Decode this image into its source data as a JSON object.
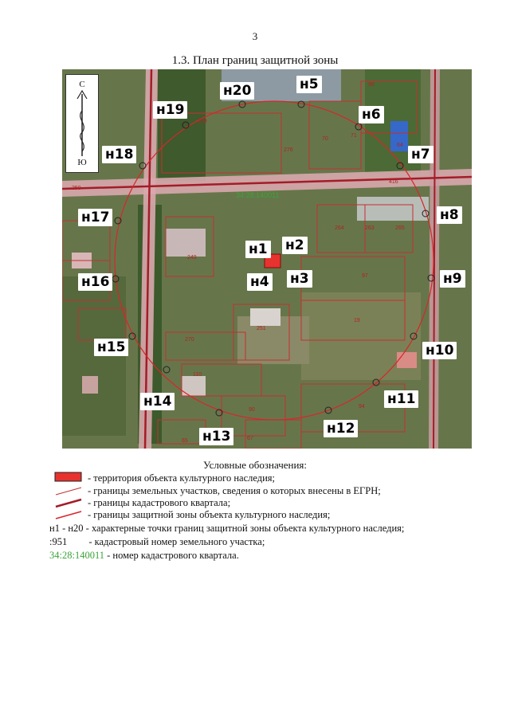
{
  "page_number": "3",
  "title": "1.3. План границ защитной зоны",
  "compass": {
    "north": "С",
    "south": "Ю"
  },
  "points": [
    {
      "id": "н1",
      "label": "н1"
    },
    {
      "id": "н2",
      "label": "н2"
    },
    {
      "id": "н3",
      "label": "н3"
    },
    {
      "id": "н4",
      "label": "н4"
    },
    {
      "id": "н5",
      "label": "н5"
    },
    {
      "id": "н6",
      "label": "н6"
    },
    {
      "id": "н7",
      "label": "н7"
    },
    {
      "id": "н8",
      "label": "н8"
    },
    {
      "id": "н9",
      "label": "н9"
    },
    {
      "id": "н10",
      "label": "н10"
    },
    {
      "id": "н11",
      "label": "н11"
    },
    {
      "id": "н12",
      "label": "н12"
    },
    {
      "id": "н13",
      "label": "н13"
    },
    {
      "id": "н14",
      "label": "н14"
    },
    {
      "id": "н15",
      "label": "н15"
    },
    {
      "id": "н16",
      "label": "н16"
    },
    {
      "id": "н17",
      "label": "н17"
    },
    {
      "id": "н18",
      "label": "н18"
    },
    {
      "id": "н19",
      "label": "н19"
    },
    {
      "id": "н20",
      "label": "н20"
    }
  ],
  "parcel_numbers": [
    "96",
    "259",
    "70",
    "71",
    "64",
    "276",
    "416",
    "259",
    "264",
    "263",
    "265",
    "249",
    "97",
    "251",
    "270",
    "19",
    "110",
    "90",
    "94",
    "65",
    "67"
  ],
  "quarter_number": "34:28:140011",
  "legend": {
    "heading": "Условные обозначения:",
    "items": [
      {
        "symbol": "red-filled-rect",
        "text": "- территория объекта культурного наследия;"
      },
      {
        "symbol": "thin-red-line",
        "text": "- границы земельных участков, сведения о которых внесены в ЕГРН;"
      },
      {
        "symbol": "thick-dark-red-line",
        "text": "- границы кадастрового квартала;"
      },
      {
        "symbol": "red-line",
        "text": "- границы защитной зоны объекта культурного наследия;"
      }
    ],
    "points_range": "н1 - н20",
    "points_text": "- характерные точки границ защитной зоны объекта культурного наследия;",
    "parcel_example": ":951",
    "parcel_text": "- кадастровый номер земельного участка;",
    "quarter_example": "34:28:140011",
    "quarter_text": "- номер кадастрового квартала."
  },
  "colors": {
    "heritage_fill": "#e8322e",
    "zone_line": "#d8262b",
    "parcel_line": "#c43030",
    "quarter_line": "#a41c28",
    "quarter_text": "#3aa43a"
  }
}
